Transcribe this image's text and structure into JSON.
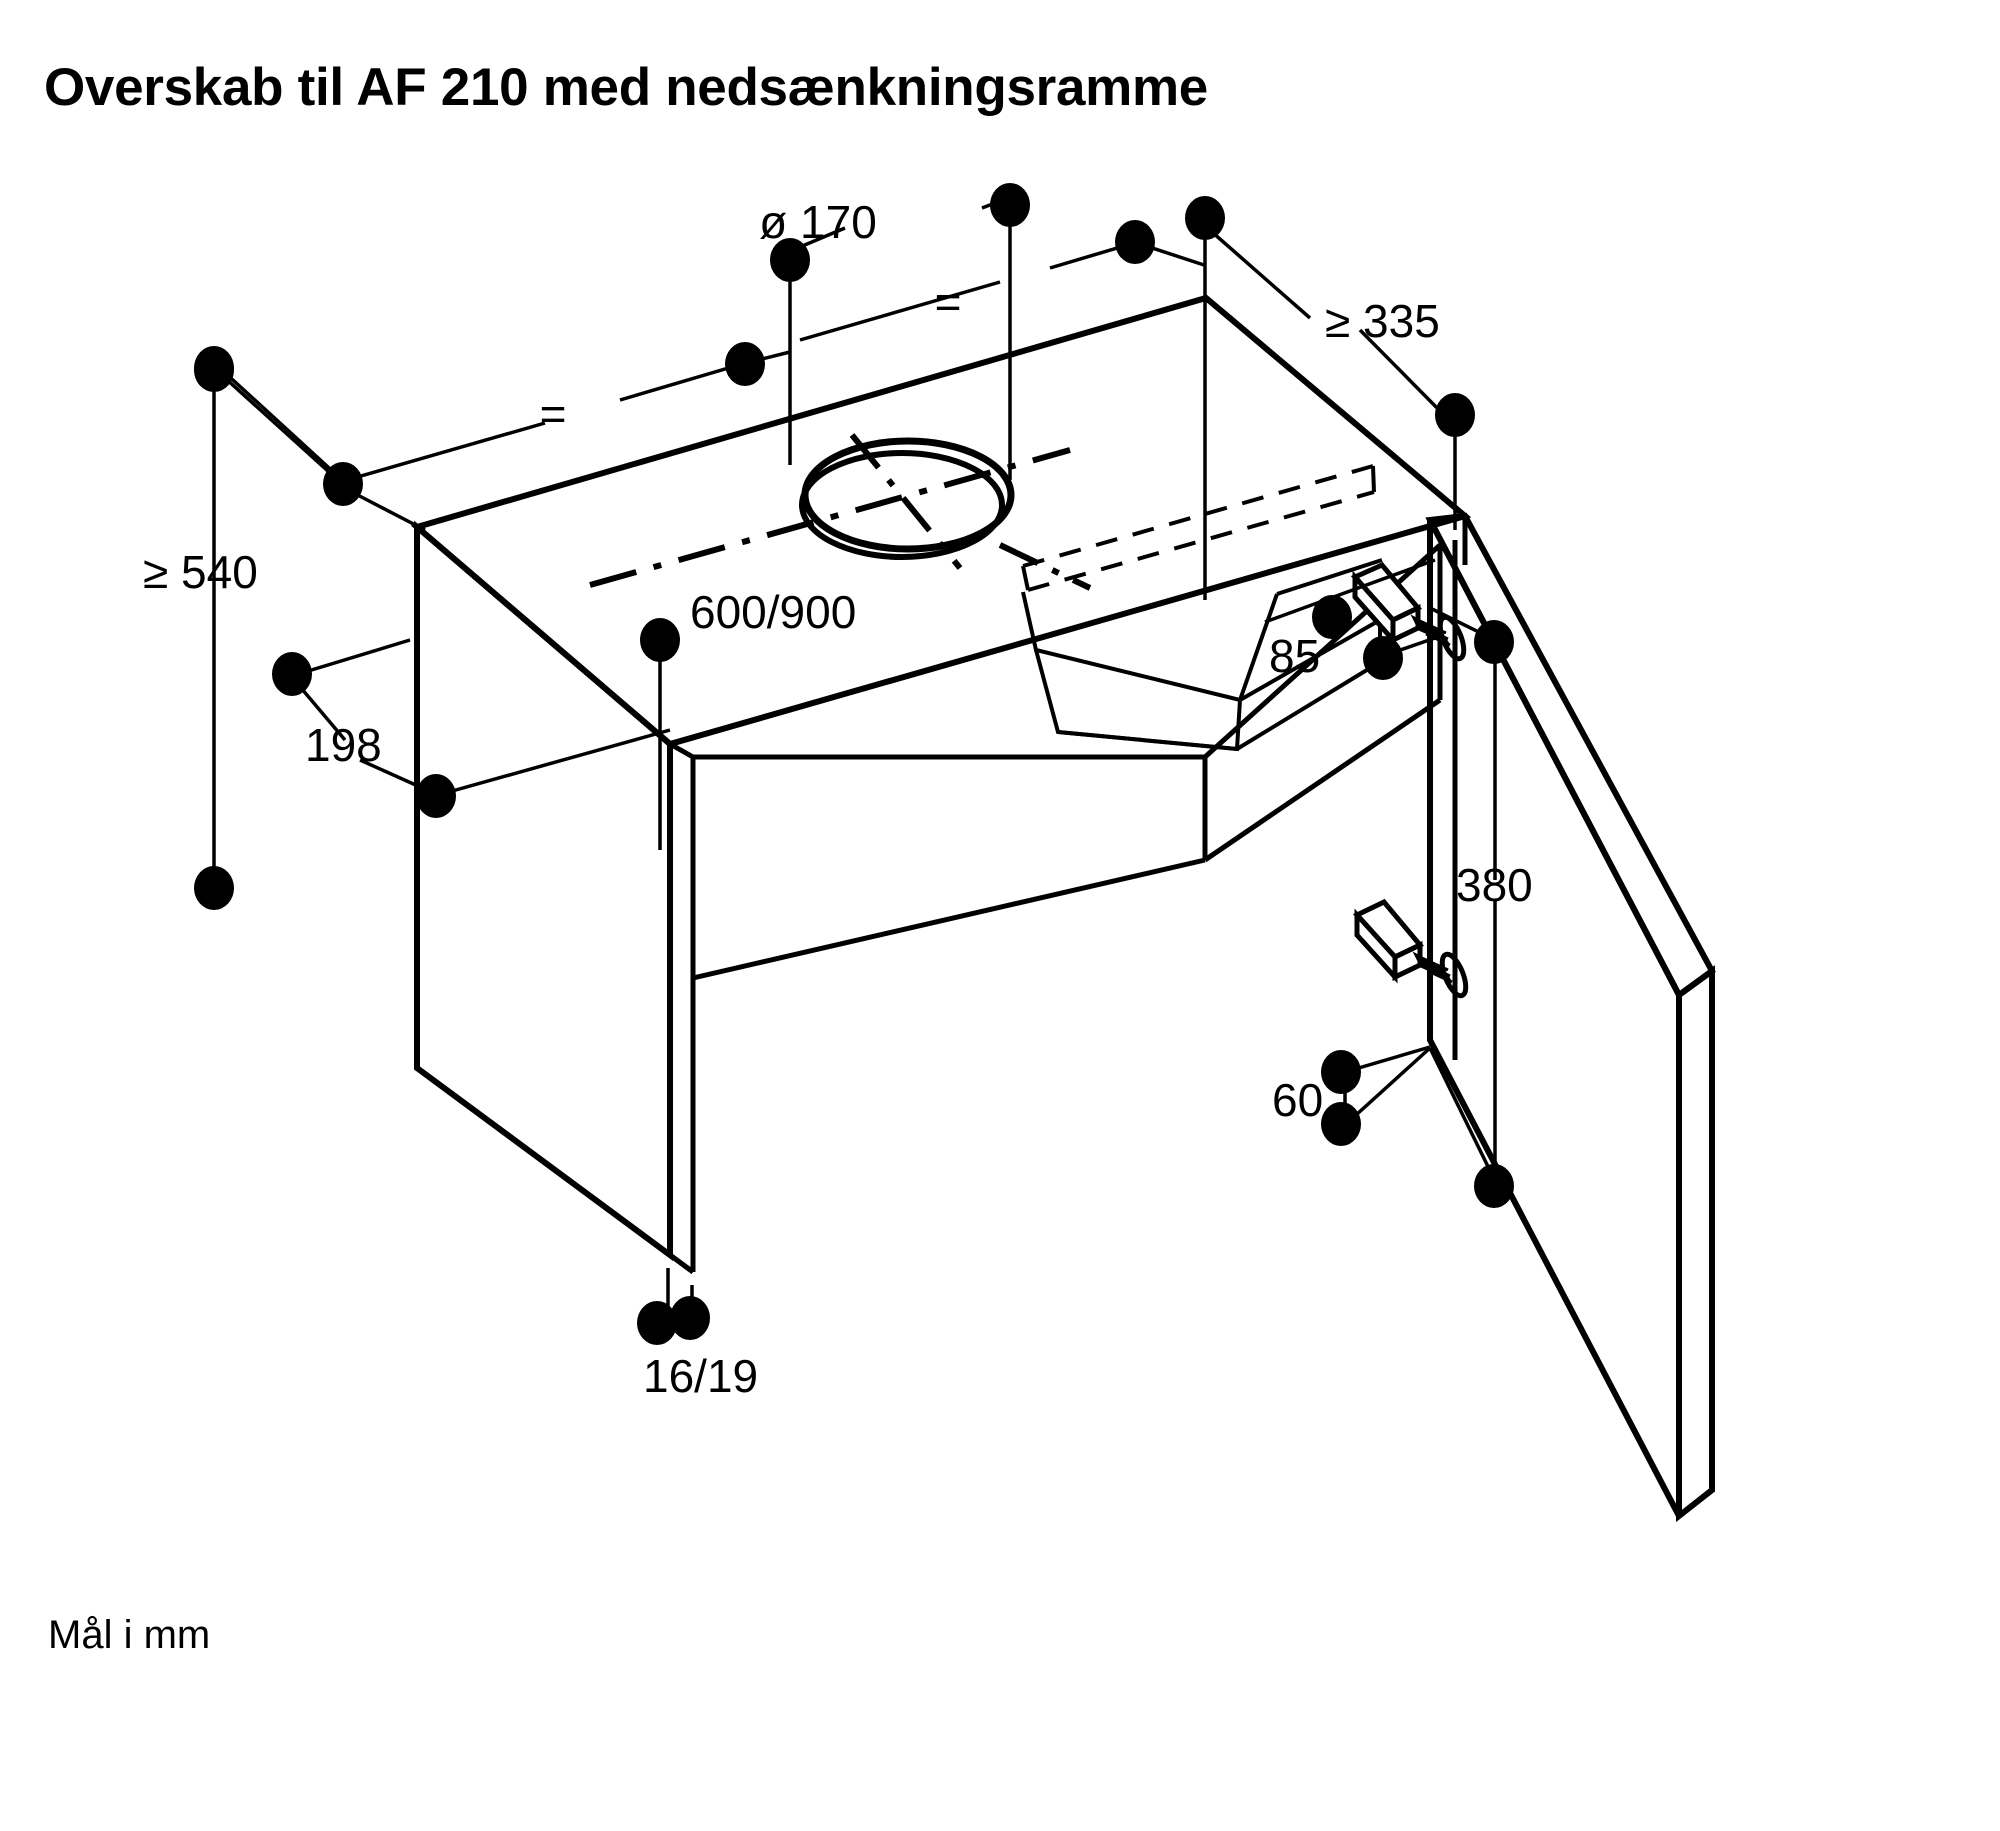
{
  "document": {
    "title": "Overskab til AF 210 med nedsænkningsramme",
    "caption": "Mål i mm"
  },
  "drawing": {
    "type": "isometric-technical-drawing",
    "subject": "wall cabinet for AF 210 with recessed frame",
    "line_color": "#000000",
    "background_color": "#ffffff"
  },
  "dimensions": {
    "vent_diameter": "ø 170",
    "depth_min": "≥ 335",
    "height_min": "≥ 540",
    "front_height": "198",
    "cabinet_width": "600/900",
    "hinge_inset": "85",
    "door_height": "380",
    "hinge_bottom": "60",
    "panel_thickness": "16/19",
    "equal_mark_left": "=",
    "equal_mark_right": "="
  },
  "chart_data": {
    "type": "table",
    "title": "Overskab til AF 210 med nedsænkningsramme",
    "categories": [
      "ø 170",
      "≥ 335",
      "≥ 540",
      "198",
      "600/900",
      "85",
      "380",
      "60",
      "16/19"
    ],
    "values": [
      170,
      335,
      540,
      198,
      600,
      85,
      380,
      60,
      16
    ],
    "unit": "mm",
    "notes": "Mål i mm"
  }
}
